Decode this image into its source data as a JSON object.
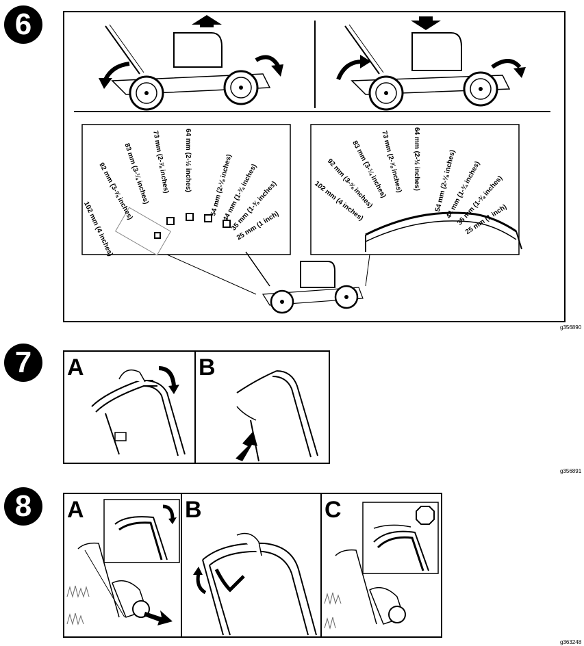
{
  "steps": [
    {
      "number": "6",
      "figure_id": "g356890"
    },
    {
      "number": "7",
      "figure_id": "g356891",
      "panels": [
        "A",
        "B"
      ]
    },
    {
      "number": "8",
      "figure_id": "g363248",
      "panels": [
        "A",
        "B",
        "C"
      ]
    }
  ],
  "height_labels": [
    "102 mm (4 inches)",
    "92 mm (3-⅝ inches)",
    "83 mm (3-¼ inches)",
    "73 mm (2-⅞ inches)",
    "64 mm (2-½ inches)",
    "54 mm (2-⅛ inches)",
    "44 mm (1-¾ inches)",
    "35 mm (1-⅜ inches)",
    "25 mm (1 inch)"
  ]
}
